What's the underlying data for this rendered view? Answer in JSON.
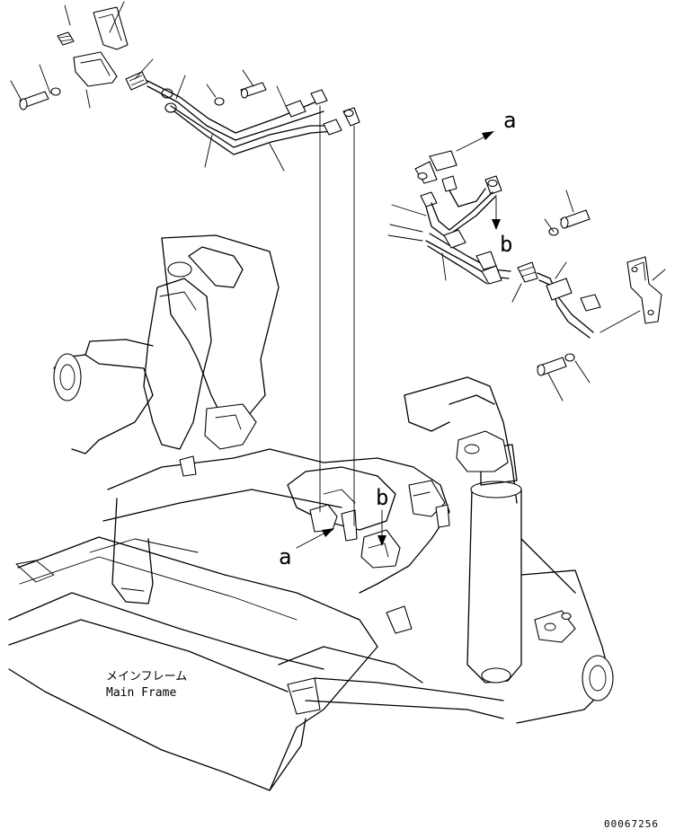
{
  "labels": {
    "ref_a_top": "a",
    "ref_b_top": "b",
    "ref_a_bottom": "a",
    "ref_b_bottom": "b",
    "frame_jp": "メインフレーム",
    "frame_en": "Main Frame"
  },
  "drawing_number": "00067256"
}
